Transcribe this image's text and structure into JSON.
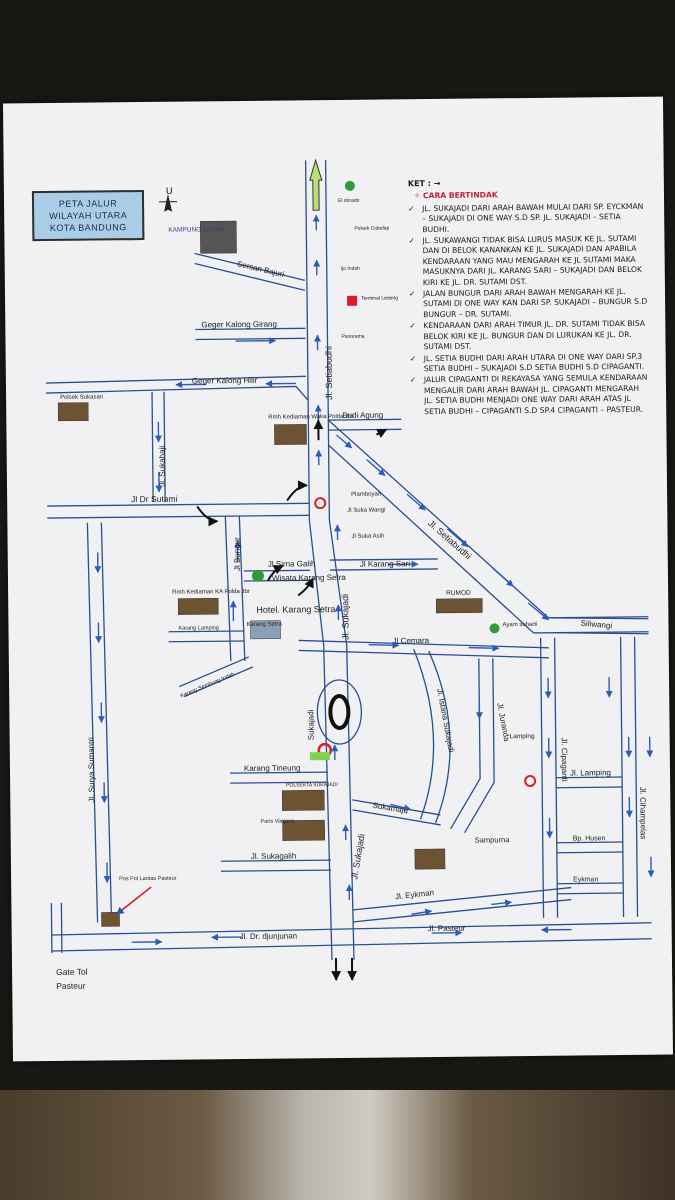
{
  "title": {
    "line1": "PETA JALUR",
    "line2": "WILAYAH UTARA",
    "line3": "KOTA BANDUNG"
  },
  "compass": {
    "north": "U"
  },
  "legend": {
    "heading": "KET : →",
    "subheading": "✧ CARA BERTINDAK",
    "items": [
      "JL. SUKAJADI DARI ARAH BAWAH MULAI DARI SP. EYCKMAN – SUKAJADI DI ONE WAY S.D SP. JL. SUKAJADI – SETIA BUDHI.",
      "JL. SUKAWANGI TIDAK BISA LURUS MASUK KE JL. SUTAMI DAN DI BELOK KANANKAN KE JL. SUKAJADI DAN APABILA KENDARAAN YANG MAU MENGARAH KE JL SUTAMI MAKA MASUKNYA DARI JL. KARANG SARI – SUKAJADI DAN BELOK KIRI KE JL. DR. SUTAMI DST.",
      "JALAN BUNGUR DARI ARAH BAWAH MENGARAH KE JL. SUTAMI DI ONE WAY KAN DARI SP. SUKAJADI – BUNGUR S.D BUNGUR – DR. SUTAMI.",
      "KENDARAAN DARI ARAH TIMUR JL. DR. SUTAMI TIDAK BISA BELOK KIRI KE JL. BUNGUR DAN DI LURUKAN KE JL. DR. SUTAMI DST.",
      "JL. SETIA BUDHI DARI ARAH UTARA DI ONE WAY DARI SP.3 SETIA BUDHI – SUKAJADI S.D SETIA BUDHI S.D CIPAGANTI.",
      "JALUR CIPAGANTI DI REKAYASA YANG SEMULA KENDARAAN MENGALIR DARI ARAH BAWAH JL. CIPAGANTI MENGARAH JL. SETIA BUDHI MENJADI ONE WAY DARI ARAH ATAS JL SETIA BUDHI – CIPAGANTI S.D SP.4 CIPAGANTI – PASTEUR."
    ]
  },
  "streets": {
    "sersan_bajuri": "Sersan Bajuri",
    "geger_kalong_girang": "Geger Kalong Girang",
    "geger_kalong_hilir": "Geger Kalong Hilir",
    "setiabudhi": "Jl. Setiabudhi",
    "setiabudhi_diag": "Jl. Setiabudhi",
    "sukahaji": "Jl. Sukahaji",
    "budi_agung": "Budi Agung",
    "dr_sutami": "Jl Dr Sutami",
    "bungur": "Jl Bungur",
    "sirna_galih": "Jl Sirna Galih",
    "karang_sari": "Jl Karang Sari",
    "sukajadi": "Jl. Sukajadi",
    "sukajadi_short": "Sukajadi",
    "sukajadi_bottom": "Jl. Sukajadi",
    "cemara": "Jl Cemara",
    "siliwangi": "Siliwangi",
    "cipaganti": "Jl. Cipaganti",
    "istana_sukajadi": "Jl. Istana Sukajadi",
    "juanda": "Jl. Juranda",
    "surya_sumantri": "Jl. Surya Sumantri",
    "karang_tineung": "Karang Tineung",
    "sukamaju": "Sukamaju",
    "sukagalih": "Jl. Sukagalih",
    "eykman": "Jl. Eykman",
    "pasteur": "Jl. Pasteur",
    "djunjunan": "Jl. Dr. djunjunan",
    "lamping": "Jl. Lamping",
    "lamping_small": "Lamping",
    "cihampelas": "Jl. Cihampelas",
    "hosen": "Bp. Husen",
    "eykman_small": "Eykman",
    "sampurna": "Sampurna",
    "karang_setra_small": "Karang Setra",
    "karang_sembung": "Karang Sembung Indah",
    "karang_lamping": "Karang Lamping",
    "suka_wangi": "Jl Suka Wangi",
    "suka_asih": "Jl Suka Asih",
    "plamboyan": "Plamboyan"
  },
  "places": {
    "kampung_gajah": "KAMPUNG GAJAH",
    "polsek": "Polsek Sukasari",
    "rmh_waka": "Rmh Kediaman Waka Polda Jbr",
    "rmh_kapolda": "Rmh Kediaman KA Polda Jbr",
    "wisata": "Wisata Karang Setra",
    "hotel": "Hotel. Karang Setra",
    "rumod": "RUMOD",
    "ayam": "Ayam suharti",
    "polsekta": "POLSEKTA SUKAJADI",
    "paris": "Paris Vanjava",
    "pos_pol": "Pos Pol Lantas Pasteur",
    "gate_tol_1": "Gate Tol",
    "gate_tol_2": "Pasteur",
    "el_dorado": "El dorado",
    "terminal": "Terminal Ledeng",
    "polsek_cidadap": "Polsek Cidadap",
    "ijo_indah": "Ijo Indah",
    "panorama": "Panorama"
  },
  "colors": {
    "road": "#2a4f8c",
    "arrow": "#2b5cb8",
    "title_bg": "#a9cde6",
    "green_marker": "#2f9a3a",
    "red_marker": "#d81f2a"
  }
}
